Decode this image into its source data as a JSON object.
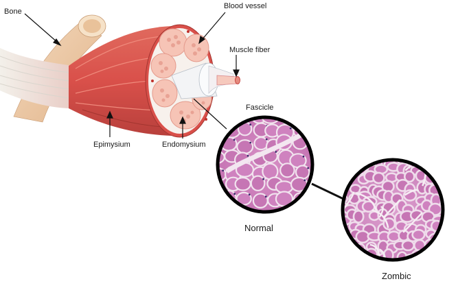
{
  "labels": {
    "bone": "Bone",
    "blood_vessel": "Blood vessel",
    "muscle_fiber": "Muscle fiber",
    "fascicle": "Fascicle",
    "epimysium": "Epimysium",
    "endomysium": "Endomysium",
    "normal": "Normal",
    "zombic": "Zombic"
  },
  "colors": {
    "muscle_red": "#d9504a",
    "tendon_white": "#f1f0ec",
    "bone_beige": "#ecc9a5",
    "tissue_pink": "#c978b8",
    "tissue_pale": "#eec3e0",
    "outline": "#000000"
  }
}
